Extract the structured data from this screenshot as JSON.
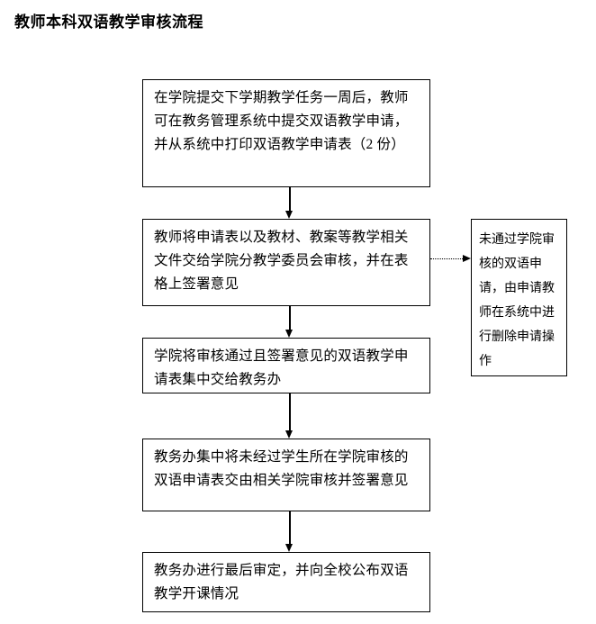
{
  "document": {
    "title": "教师本科双语教学审核流程"
  },
  "flow": {
    "steps": [
      {
        "id": "step-1",
        "text": "在学院提交下学期教学任务一周后，教师可在教务管理系统中提交双语教学申请，并从系统中打印双语教学申请表（2 份）"
      },
      {
        "id": "step-2",
        "text": "教师将申请表以及教材、教案等教学相关文件交给学院分教学委员会审核，并在表格上签署意见"
      },
      {
        "id": "step-3",
        "text": "学院将审核通过且签署意见的双语教学申请表集中交给教务办"
      },
      {
        "id": "step-4",
        "text": "教务办集中将未经过学生所在学院审核的双语申请表交由相关学院审核并签署意见"
      },
      {
        "id": "step-5",
        "text": "教务办进行最后审定，并向全校公布双语教学开课情况"
      }
    ],
    "exception": {
      "id": "exception-box",
      "text": "未通过学院审核的双语申请，由申请教师在系统中进行删除申请操作"
    },
    "connectors": [
      {
        "id": "conn-1-2",
        "style": "solid",
        "direction": "down"
      },
      {
        "id": "conn-2-3",
        "style": "solid",
        "direction": "down"
      },
      {
        "id": "conn-3-4",
        "style": "solid",
        "direction": "down"
      },
      {
        "id": "conn-4-5",
        "style": "solid",
        "direction": "down"
      },
      {
        "id": "conn-2-side",
        "style": "dotted",
        "direction": "right"
      }
    ]
  },
  "colors": {
    "background": "#ffffff",
    "line": "#000000",
    "text": "#000000"
  }
}
